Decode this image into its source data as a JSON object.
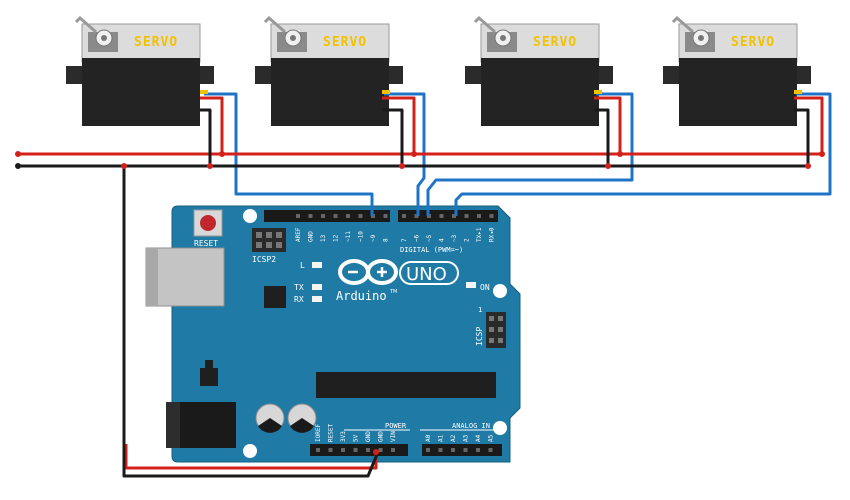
{
  "servos": [
    {
      "label": "SERVO"
    },
    {
      "label": "SERVO"
    },
    {
      "label": "SERVO"
    },
    {
      "label": "SERVO"
    }
  ],
  "board": {
    "reset_label": "RESET",
    "icsp2_label": "ICSP2",
    "icsp_label": "ICSP",
    "led_l": "L",
    "led_tx": "TX",
    "led_rx": "RX",
    "on_label": "ON",
    "brand": "Arduino",
    "trademark": "TM",
    "model": "UNO",
    "digital_label": "DIGITAL (PWM=~)",
    "power_label": "POWER",
    "analog_label": "ANALOG IN",
    "digital_pins": [
      "AREF",
      "GND",
      "13",
      "12",
      "~11",
      "~10",
      "~9",
      "8",
      "7",
      "~6",
      "~5",
      "4",
      "~3",
      "2",
      "TX▸1",
      "RX◂0"
    ],
    "power_pins": [
      "IOREF",
      "RESET",
      "3V3",
      "5V",
      "GND",
      "GND",
      "VIN"
    ],
    "analog_pins": [
      "A0",
      "A1",
      "A2",
      "A3",
      "A4",
      "A5"
    ],
    "icsp_number": "1"
  },
  "colors": {
    "board": "#1f7aa5",
    "wire_red": "#d4201b",
    "wire_black": "#1a1a1a",
    "wire_blue": "#1f74c8",
    "servo_label": "#f2c200"
  }
}
